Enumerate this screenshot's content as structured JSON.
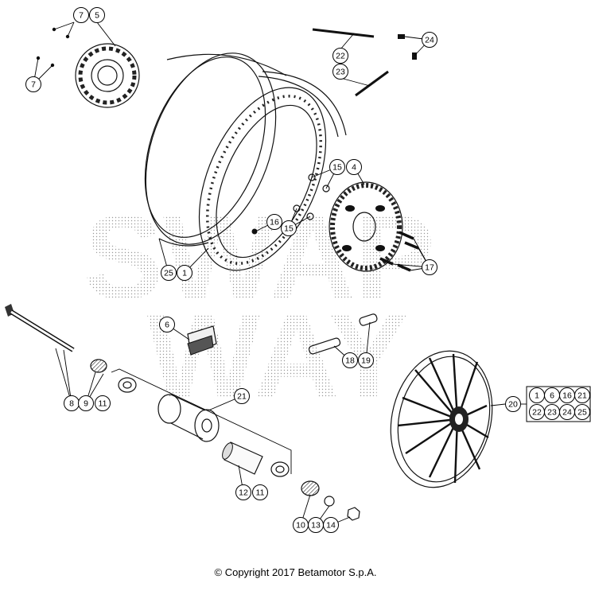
{
  "watermark": {
    "line1": "SWAP",
    "line2": "WAY"
  },
  "callouts": [
    {
      "id": "c-7a",
      "label": "7"
    },
    {
      "id": "c-5",
      "label": "5"
    },
    {
      "id": "c-7b",
      "label": "7"
    },
    {
      "id": "c-22",
      "label": "22"
    },
    {
      "id": "c-23",
      "label": "23"
    },
    {
      "id": "c-24",
      "label": "24"
    },
    {
      "id": "c-15a",
      "label": "15"
    },
    {
      "id": "c-4",
      "label": "4"
    },
    {
      "id": "c-16",
      "label": "16"
    },
    {
      "id": "c-15b",
      "label": "15"
    },
    {
      "id": "c-17",
      "label": "17"
    },
    {
      "id": "c-25",
      "label": "25"
    },
    {
      "id": "c-1",
      "label": "1"
    },
    {
      "id": "c-6",
      "label": "6"
    },
    {
      "id": "c-18",
      "label": "18"
    },
    {
      "id": "c-19",
      "label": "19"
    },
    {
      "id": "c-8",
      "label": "8"
    },
    {
      "id": "c-9",
      "label": "9"
    },
    {
      "id": "c-11a",
      "label": "11"
    },
    {
      "id": "c-21",
      "label": "21"
    },
    {
      "id": "c-12",
      "label": "12"
    },
    {
      "id": "c-11b",
      "label": "11"
    },
    {
      "id": "c-10",
      "label": "10"
    },
    {
      "id": "c-13",
      "label": "13"
    },
    {
      "id": "c-14",
      "label": "14"
    },
    {
      "id": "c-20",
      "label": "20"
    }
  ],
  "kit_box": {
    "row1": [
      "1",
      "6",
      "16",
      "21"
    ],
    "row2": [
      "22",
      "23",
      "24",
      "25"
    ]
  },
  "copyright": "© Copyright 2017 Betamotor S.p.A."
}
